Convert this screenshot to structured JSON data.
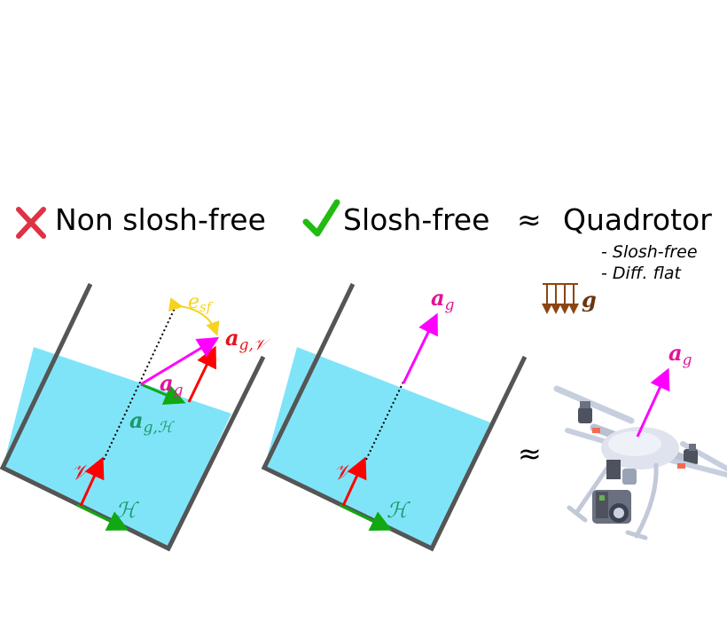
{
  "header": {
    "non_slosh_free": "Non slosh-free",
    "slosh_free": "Slosh-free",
    "approx": "≈",
    "quadrotor": "Quadrotor"
  },
  "notes": {
    "item1": "- Slosh-free",
    "item2": "- Diff. flat"
  },
  "labels": {
    "e_sf": "e",
    "e_sf_sub": "sf",
    "a_g_V": "a",
    "a_g_V_sub": "g,𝒱",
    "a_g": "a",
    "a_g_sub": "g",
    "a_g_H": "a",
    "a_g_H_sub": "g,ℋ",
    "V": "𝒱",
    "H": "ℋ",
    "gravity": "g",
    "approx2": "≈"
  },
  "icons": {
    "cross": "cross-icon",
    "check": "check-icon",
    "drone": "quadrotor-drone-icon",
    "gravity": "gravity-arrows-icon"
  },
  "colors": {
    "water": "#80e4f8",
    "wall": "#555555",
    "red": "#ff0000",
    "green": "#11a811",
    "magenta": "#ff00ff",
    "yellow": "#f5d320",
    "brown": "#8b4513",
    "cross": "#dd3344",
    "check": "#22bb11",
    "label_red": "#e8141c",
    "label_green": "#1a9a6a",
    "label_magenta": "#e0149a"
  }
}
